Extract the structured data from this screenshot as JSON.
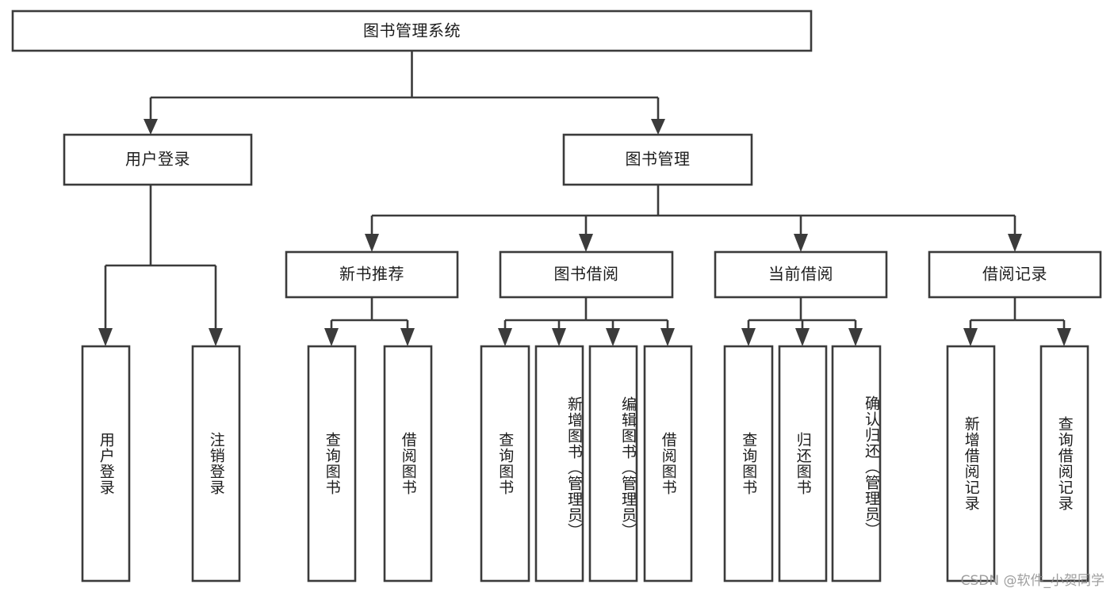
{
  "diagram": {
    "title": "图书管理系统",
    "type": "tree",
    "watermark": "CSDN @软件_小贺同学",
    "colors": {
      "stroke": "#3b3b3b",
      "fill": "#ffffff",
      "text": "#1d1d1d",
      "watermark": "#8e8e8e"
    },
    "root": {
      "label": "图书管理系统"
    },
    "level2": [
      {
        "label": "用户登录"
      },
      {
        "label": "图书管理"
      }
    ],
    "level3": [
      {
        "label": "新书推荐"
      },
      {
        "label": "图书借阅"
      },
      {
        "label": "当前借阅"
      },
      {
        "label": "借阅记录"
      }
    ],
    "leaves": {
      "user_login": [
        {
          "label": "用户登录"
        },
        {
          "label": "注销登录"
        }
      ],
      "new_book": [
        {
          "label": "查询图书"
        },
        {
          "label": "借阅图书"
        }
      ],
      "book_borrow": [
        {
          "label": "查询图书"
        },
        {
          "label": "新增图书（管理员）"
        },
        {
          "label": "编辑图书（管理员）"
        },
        {
          "label": "借阅图书"
        }
      ],
      "current_borrow": [
        {
          "label": "查询图书"
        },
        {
          "label": "归还图书"
        },
        {
          "label": "确认归还（管理员）"
        }
      ],
      "borrow_record": [
        {
          "label": "新增借阅记录"
        },
        {
          "label": "查询借阅记录"
        }
      ]
    }
  }
}
